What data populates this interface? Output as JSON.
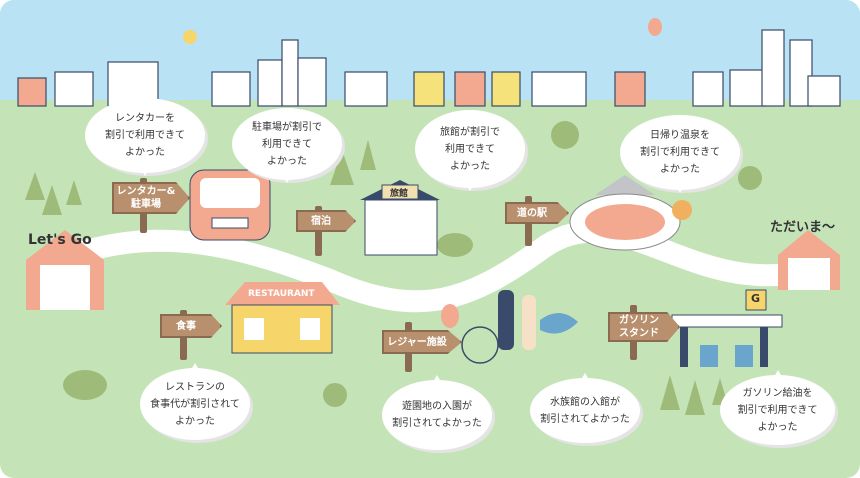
{
  "bubbles": {
    "rental": "レンタカーを\n割引で利用できて\nよかった",
    "parking": "駐車場が割引で\n利用できて\nよかった",
    "ryokan": "旅館が割引で\n利用できて\nよかった",
    "onsen": "日帰り温泉を\n割引で利用できて\nよかった",
    "restaurant": "レストランの\n食事代が割引されて\nよかった",
    "amusement": "遊園地の入園が\n割引されてよかった",
    "aquarium": "水族館の入館が\n割引されてよかった",
    "gas": "ガソリン給油を\n割引で利用できて\nよかった"
  },
  "signs": {
    "rental_parking": "レンタカー&\n駐車場",
    "lodging": "宿泊",
    "roadside_station": "道の駅",
    "meal": "食事",
    "leisure": "レジャー施設",
    "gas_station": "ガソリン\nスタンド"
  },
  "labels": {
    "start": "Let's Go",
    "end": "ただいま〜",
    "restaurant": "RESTAURANT",
    "ryokan": "旅館",
    "gas": "G"
  },
  "colors": {
    "sky": "#b9e3f4",
    "grass": "#c4e4b8",
    "sign": "#b8906e",
    "house": "#f2a98f",
    "road": "#ffffff"
  }
}
